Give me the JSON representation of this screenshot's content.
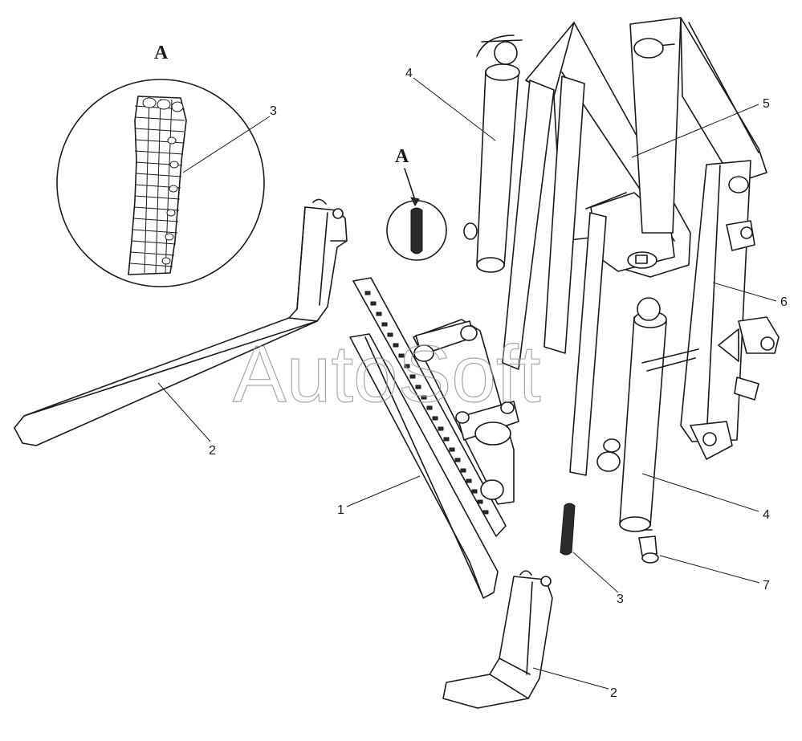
{
  "view_labels": {
    "detail": "A",
    "marker": "A"
  },
  "callouts": {
    "c3_detail": "3",
    "c4_top": "4",
    "c5": "5",
    "c6": "6",
    "c2_left": "2",
    "c1": "1",
    "c4_bottom": "4",
    "c3_bottom": "3",
    "c7": "7",
    "c2_bottom": "2"
  },
  "watermark": "AutoSoft"
}
